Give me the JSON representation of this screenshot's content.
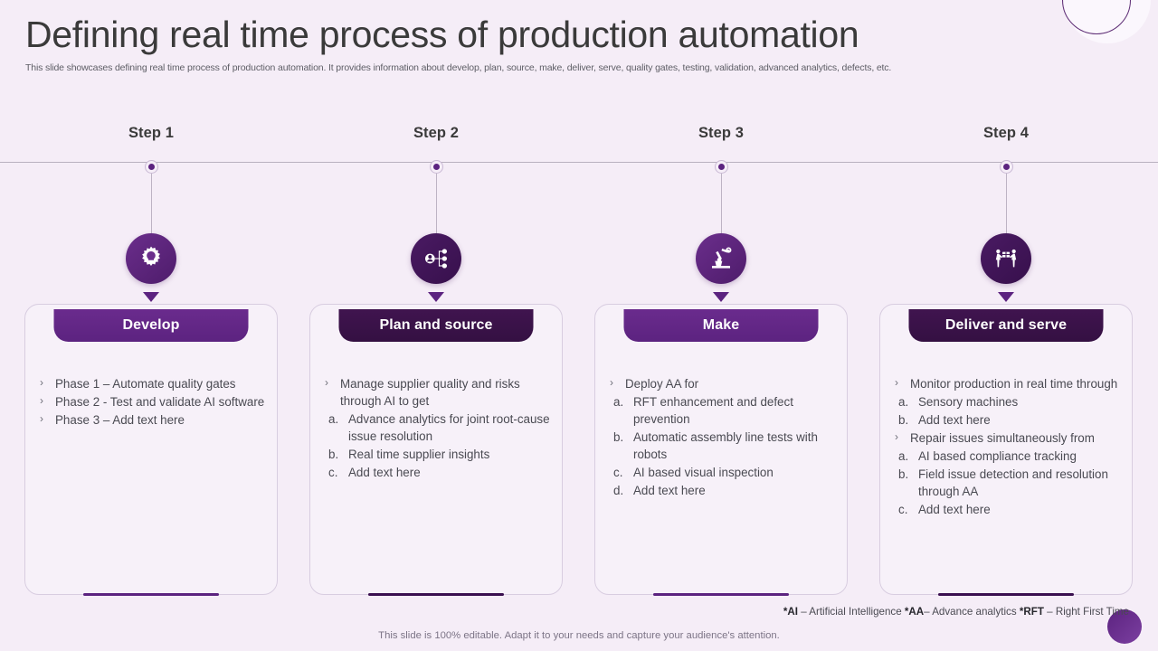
{
  "header": {
    "title": "Defining real time process of production automation",
    "subtitle": "This slide showcases defining real time process of production automation. It provides information about develop, plan, source, make, deliver, serve, quality gates, testing, validation, advanced analytics, defects, etc."
  },
  "theme": {
    "background": "#f5edf7",
    "accent_light": "#5c2380",
    "accent_dark": "#3b1050",
    "text": "#4a4a52",
    "title_color": "#3a3a3a"
  },
  "steps": [
    {
      "label": "Step 1",
      "icon": "gear-brain-icon"
    },
    {
      "label": "Step 2",
      "icon": "user-network-icon"
    },
    {
      "label": "Step 3",
      "icon": "robot-arm-icon"
    },
    {
      "label": "Step 4",
      "icon": "delivery-handoff-icon"
    }
  ],
  "cards": [
    {
      "title": "Develop",
      "items": [
        {
          "text": "Phase 1 – Automate quality gates"
        },
        {
          "text": "Phase 2 - Test and validate AI software"
        },
        {
          "text": "Phase 3 – Add text here"
        }
      ],
      "sub": []
    },
    {
      "title": "Plan and source",
      "items": [
        {
          "text": "Manage supplier quality and risks through AI to get"
        }
      ],
      "sub": [
        {
          "marker": "a.",
          "text": "Advance analytics for joint root-cause issue resolution"
        },
        {
          "marker": "b.",
          "text": "Real time supplier insights"
        },
        {
          "marker": "c.",
          "text": "Add text here"
        }
      ]
    },
    {
      "title": "Make",
      "items": [
        {
          "text": "Deploy AA for"
        }
      ],
      "sub": [
        {
          "marker": "a.",
          "text": "RFT enhancement and defect prevention"
        },
        {
          "marker": "b.",
          "text": "Automatic assembly line tests with robots"
        },
        {
          "marker": "c.",
          "text": "AI based visual inspection"
        },
        {
          "marker": "d.",
          "text": "Add text here"
        }
      ]
    },
    {
      "title": "Deliver and serve",
      "items": [
        {
          "text": "Monitor production in real time through"
        }
      ],
      "sub": [
        {
          "marker": "a.",
          "text": "Sensory machines"
        },
        {
          "marker": "b.",
          "text": "Add text here"
        }
      ],
      "items2": [
        {
          "text": "Repair issues simultaneously from"
        }
      ],
      "sub2": [
        {
          "marker": "a.",
          "text": "AI based compliance tracking"
        },
        {
          "marker": "b.",
          "text": "Field issue detection and resolution through AA"
        },
        {
          "marker": "c.",
          "text": "Add text here"
        }
      ]
    }
  ],
  "footnote": {
    "ai_key": "*AI",
    "ai_val": " – Artificial Intelligence ",
    "aa_key": "*AA",
    "aa_val": "– Advance analytics ",
    "rft_key": "*RFT",
    "rft_val": " – Right First Time"
  },
  "disclaimer": "This slide is 100% editable. Adapt it to your needs and capture your audience's attention."
}
